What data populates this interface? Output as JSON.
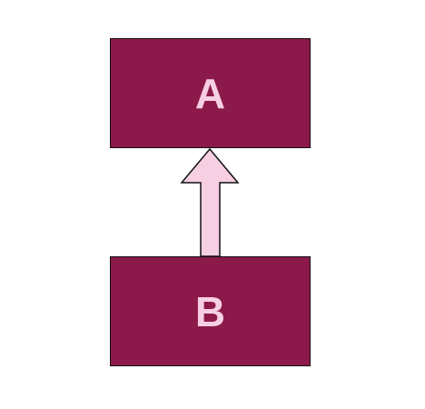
{
  "colors": {
    "node_fill": "#8B1A4B",
    "node_text": "#F7CFE3",
    "arrow_fill": "#F7CFE3",
    "stroke": "#111111"
  },
  "nodes": {
    "top": {
      "label": "A"
    },
    "bottom": {
      "label": "B"
    }
  },
  "edge": {
    "from": "B",
    "to": "A",
    "shape": "block-arrow"
  }
}
